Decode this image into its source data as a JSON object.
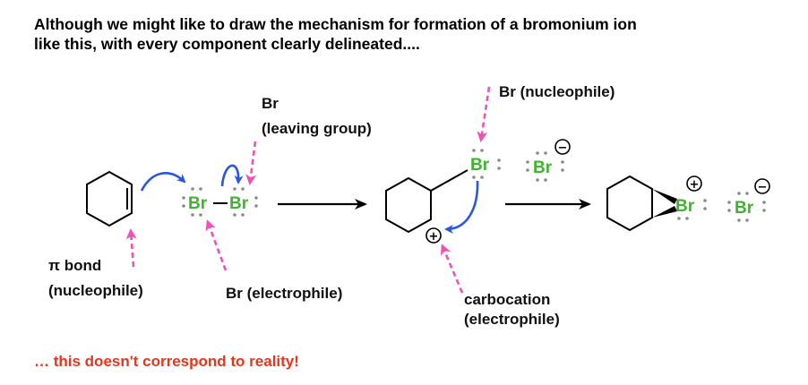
{
  "heading": {
    "line1": "Although we might like to draw the mechanism for formation of a bromonium ion",
    "line2": "like this, with every component clearly delineated...."
  },
  "labels": {
    "pi_bond": "π bond",
    "nucleophile_paren": "(nucleophile)",
    "br_top": "Br",
    "leaving_group": "(leaving group)",
    "br_electrophile": "Br (electrophile)",
    "br_nucleophile": "Br (nucleophile)",
    "carbocation": "carbocation",
    "electrophile_paren": "(electrophile)"
  },
  "atoms": {
    "br": "Br",
    "plus": "+",
    "minus": "−"
  },
  "footer": "… this doesn't correspond to reality!",
  "colors": {
    "bromine": "#3db52e",
    "curved_arrow": "#2a55e0",
    "annotation_arrow": "#f050b8",
    "footer": "#e8341c"
  }
}
